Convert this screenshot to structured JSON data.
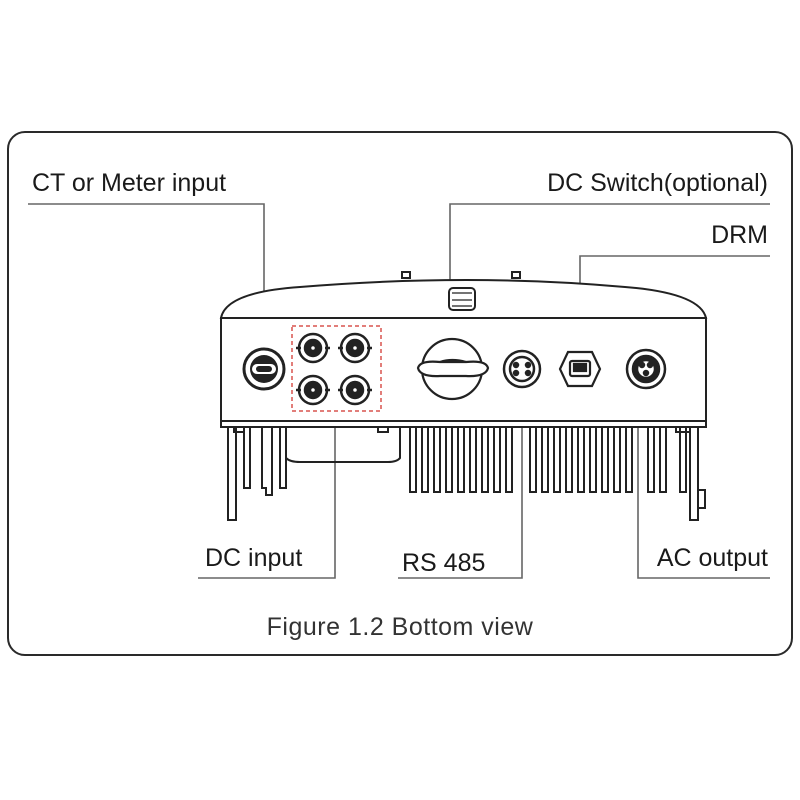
{
  "labels": {
    "ct_meter": "CT or Meter input",
    "dc_switch": "DC Switch(optional)",
    "drm": "DRM",
    "dc_input": "DC input",
    "rs485": "RS 485",
    "ac_output": "AC output"
  },
  "caption": "Figure 1.2 Bottom view",
  "colors": {
    "line": "#555555",
    "stroke": "#222222",
    "highlight": "#d9534f"
  },
  "icons": [
    "ct-port-icon",
    "dc-connector-icon",
    "dc-switch-icon",
    "rs485-port-icon",
    "drm-port-icon",
    "ac-port-icon"
  ]
}
